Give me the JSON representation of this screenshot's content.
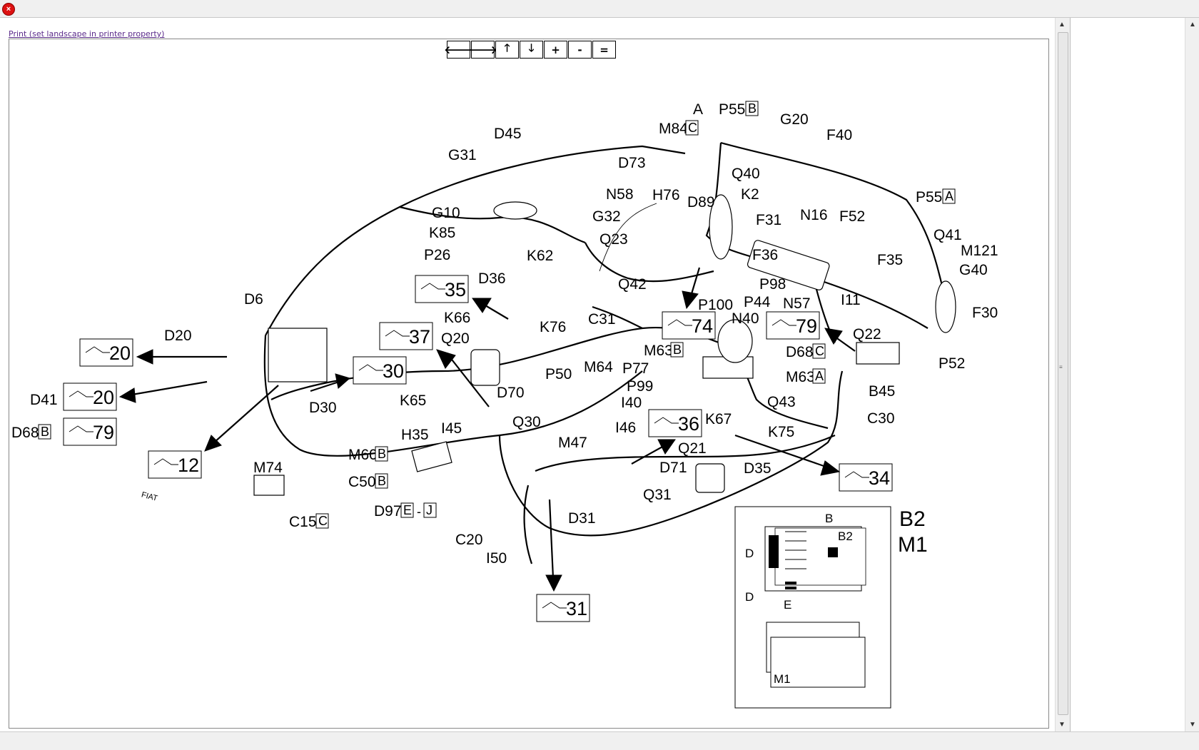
{
  "window": {
    "close_glyph": "×"
  },
  "toolbar": {
    "print_link": "Print (set landscape in printer property)",
    "nav_buttons": [
      {
        "name": "pan-left-button",
        "glyph": "🡐"
      },
      {
        "name": "pan-right-button",
        "glyph": "🡒"
      },
      {
        "name": "pan-up-button",
        "glyph": "🡑"
      },
      {
        "name": "pan-down-button",
        "glyph": "🡓"
      },
      {
        "name": "zoom-in-button",
        "glyph": "+"
      },
      {
        "name": "zoom-out-button",
        "glyph": "-"
      },
      {
        "name": "zoom-reset-button",
        "glyph": "="
      }
    ]
  },
  "diagram": {
    "brand_mark": "FIAT",
    "inset_title_1": "B2",
    "inset_title_2": "M1",
    "inset_labels": [
      "B",
      "B2",
      "D",
      "D",
      "E",
      "M1"
    ],
    "component_labels": [
      {
        "text": "A"
      },
      {
        "text": "P55",
        "suffix": "B"
      },
      {
        "text": "G20"
      },
      {
        "text": "F40"
      },
      {
        "text": "M84",
        "suffix": "C"
      },
      {
        "text": "D45"
      },
      {
        "text": "G31"
      },
      {
        "text": "D73"
      },
      {
        "text": "Q40"
      },
      {
        "text": "K2"
      },
      {
        "text": "N58"
      },
      {
        "text": "H76"
      },
      {
        "text": "D89"
      },
      {
        "text": "P55",
        "suffix": "A"
      },
      {
        "text": "G10"
      },
      {
        "text": "G32"
      },
      {
        "text": "F31"
      },
      {
        "text": "N16"
      },
      {
        "text": "F52"
      },
      {
        "text": "K85"
      },
      {
        "text": "Q41"
      },
      {
        "text": "M121"
      },
      {
        "text": "Q23"
      },
      {
        "text": "P26"
      },
      {
        "text": "K62"
      },
      {
        "text": "F36"
      },
      {
        "text": "F35"
      },
      {
        "text": "G40"
      },
      {
        "text": "D36"
      },
      {
        "text": "Q42"
      },
      {
        "text": "P98"
      },
      {
        "text": "P100"
      },
      {
        "text": "P44"
      },
      {
        "text": "N57"
      },
      {
        "text": "I11"
      },
      {
        "text": "D6"
      },
      {
        "text": "F30"
      },
      {
        "text": "K66"
      },
      {
        "text": "C31"
      },
      {
        "text": "N40"
      },
      {
        "text": "D20"
      },
      {
        "text": "K76"
      },
      {
        "text": "Q20"
      },
      {
        "text": "Q22"
      },
      {
        "text": "M63",
        "suffix": "B"
      },
      {
        "text": "D68",
        "suffix": "C"
      },
      {
        "text": "P52"
      },
      {
        "text": "M64"
      },
      {
        "text": "P77"
      },
      {
        "text": "P50"
      },
      {
        "text": "M63",
        "suffix": "A"
      },
      {
        "text": "P99"
      },
      {
        "text": "D70"
      },
      {
        "text": "B45"
      },
      {
        "text": "K65"
      },
      {
        "text": "I40"
      },
      {
        "text": "D41"
      },
      {
        "text": "D30"
      },
      {
        "text": "Q43"
      },
      {
        "text": "Q30"
      },
      {
        "text": "C30"
      },
      {
        "text": "K67"
      },
      {
        "text": "I46"
      },
      {
        "text": "D68",
        "suffix": "B"
      },
      {
        "text": "I45"
      },
      {
        "text": "H35"
      },
      {
        "text": "M47"
      },
      {
        "text": "K75"
      },
      {
        "text": "Q21"
      },
      {
        "text": "M60",
        "suffix": "B"
      },
      {
        "text": "D71"
      },
      {
        "text": "D35"
      },
      {
        "text": "M74"
      },
      {
        "text": "C50",
        "suffix": "B"
      },
      {
        "text": "Q31"
      },
      {
        "text": "D97",
        "suffix": "E",
        "suffix2": "J"
      },
      {
        "text": "D31"
      },
      {
        "text": "C15",
        "suffix": "C"
      },
      {
        "text": "C20"
      },
      {
        "text": "I50"
      }
    ],
    "reference_boxes": [
      {
        "name": "ref-35",
        "number": "35"
      },
      {
        "name": "ref-37",
        "number": "37"
      },
      {
        "name": "ref-74",
        "number": "74"
      },
      {
        "name": "ref-79-right",
        "number": "79"
      },
      {
        "name": "ref-20-top",
        "number": "20"
      },
      {
        "name": "ref-30",
        "number": "30"
      },
      {
        "name": "ref-20-mid",
        "number": "20"
      },
      {
        "name": "ref-79-left",
        "number": "79"
      },
      {
        "name": "ref-36",
        "number": "36"
      },
      {
        "name": "ref-12",
        "number": "12"
      },
      {
        "name": "ref-34",
        "number": "34"
      },
      {
        "name": "ref-31",
        "number": "31"
      }
    ]
  }
}
